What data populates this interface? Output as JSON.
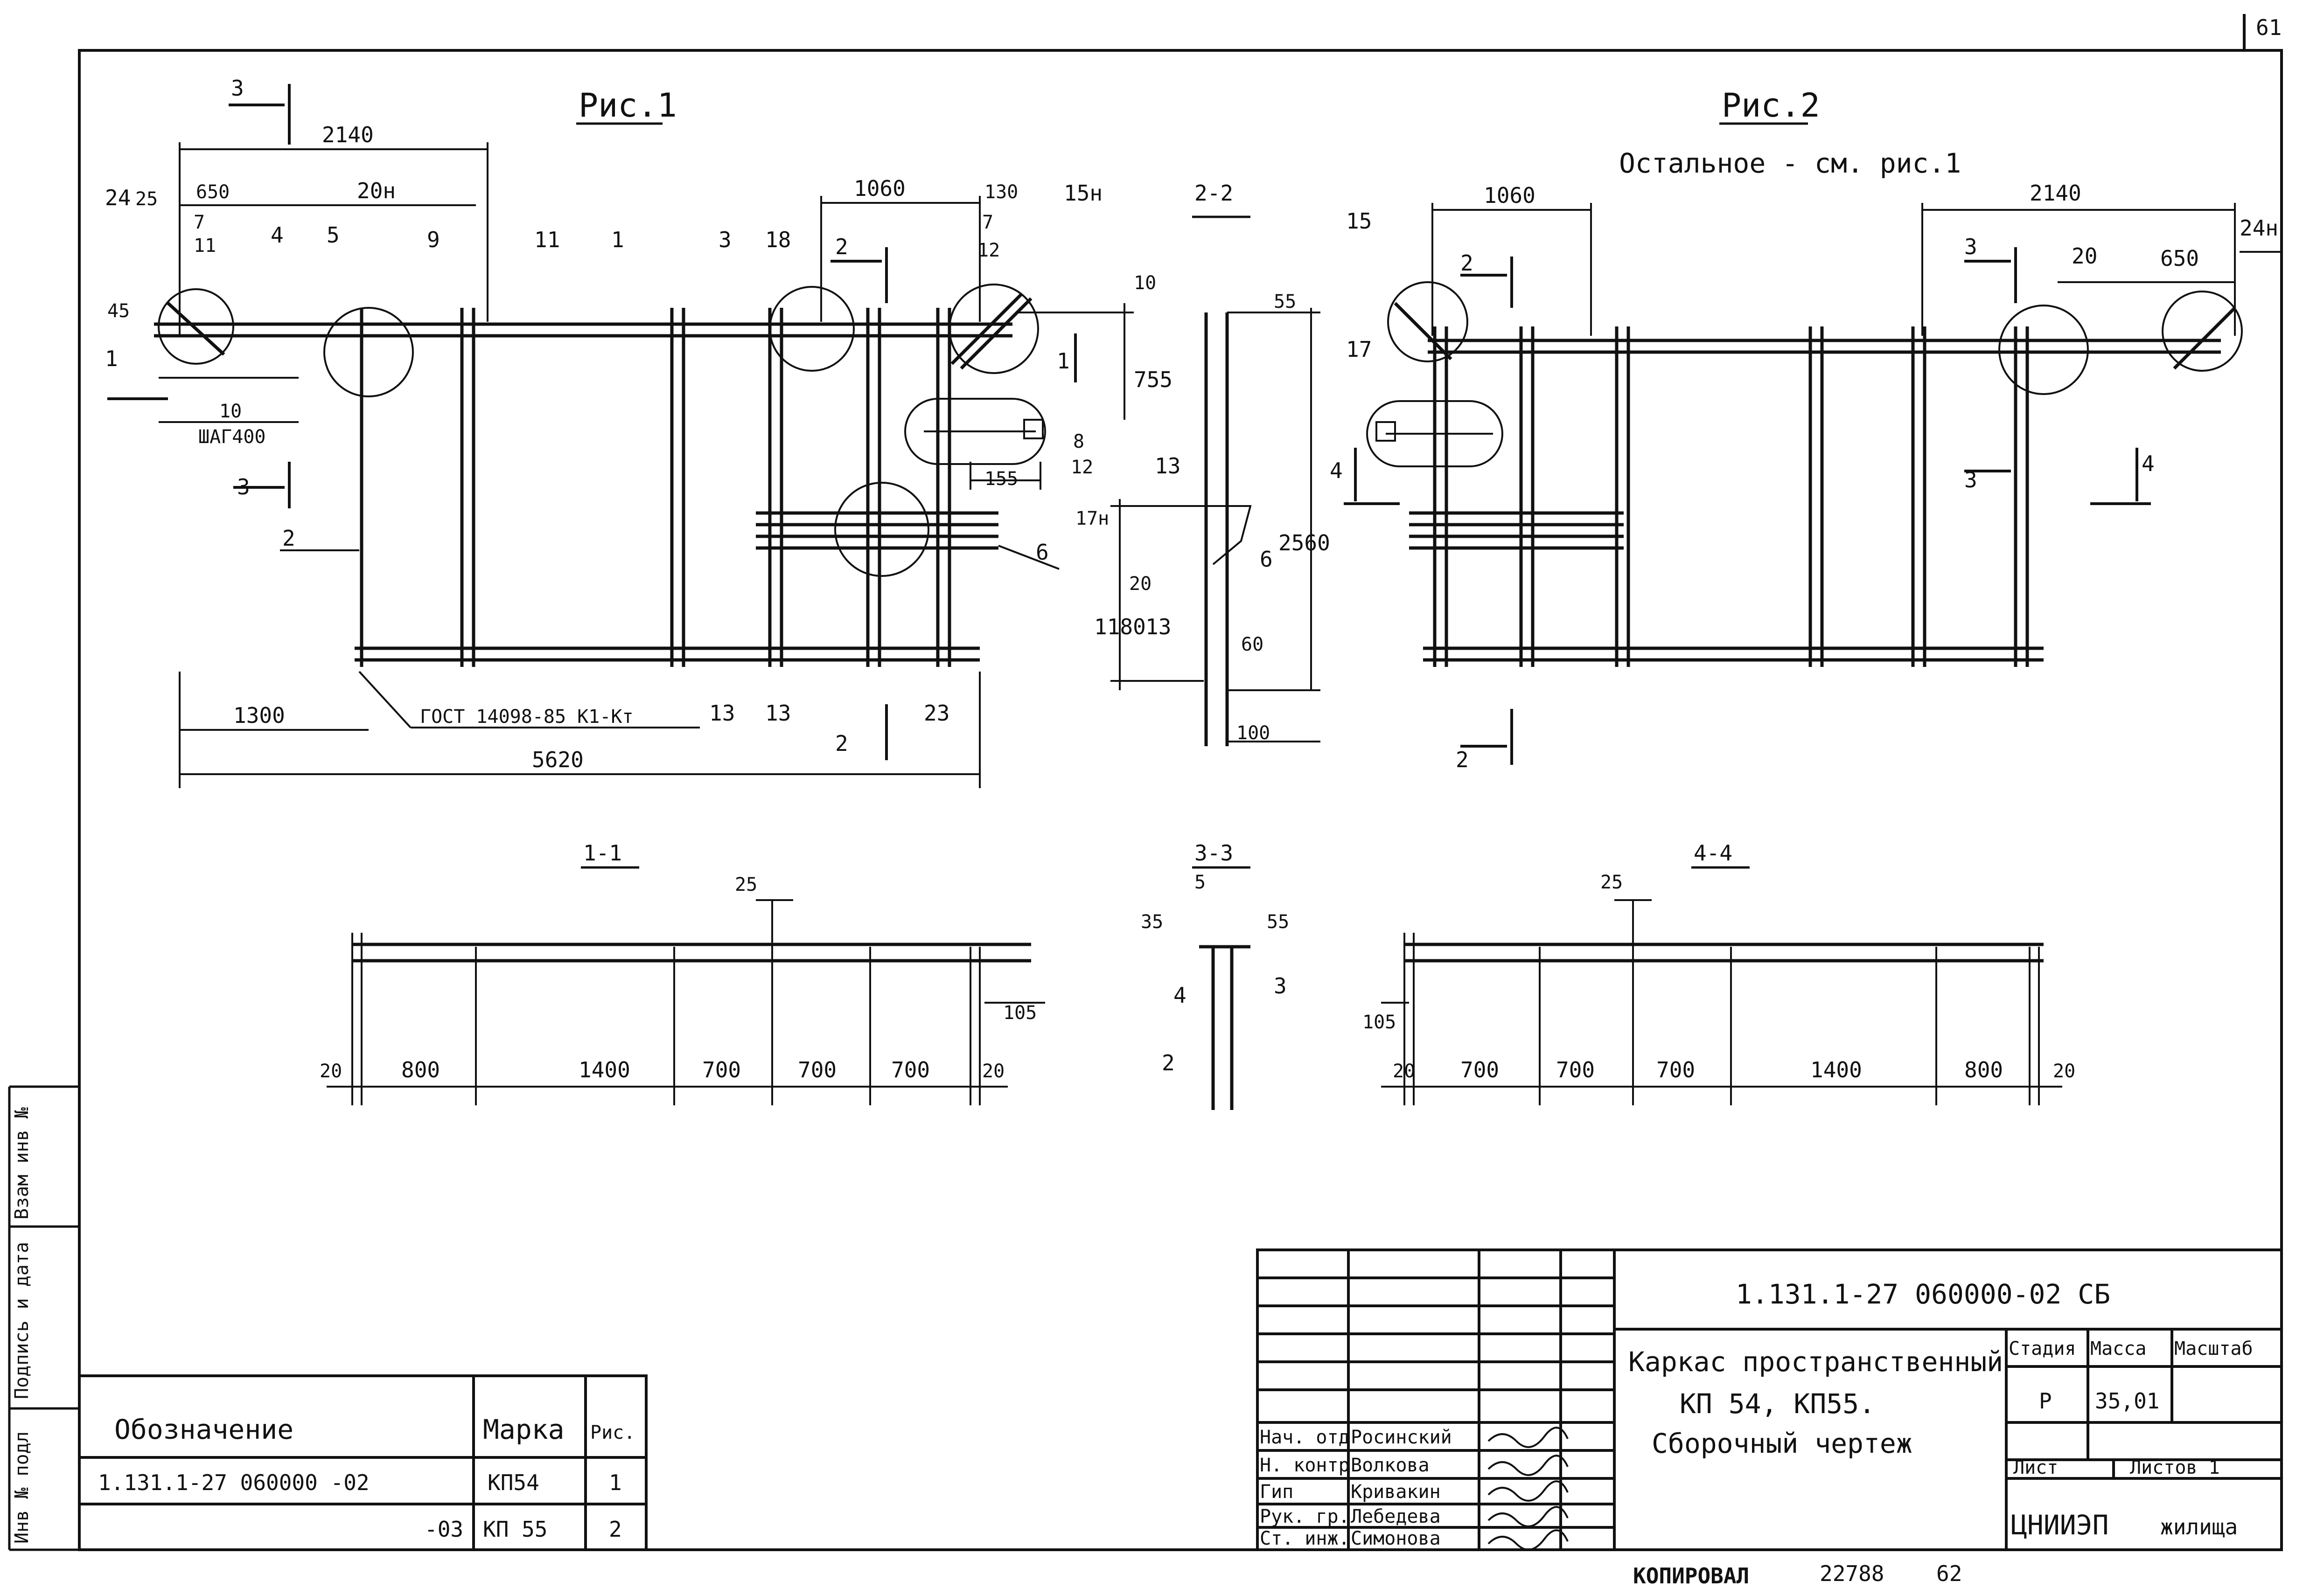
{
  "sheet": {
    "page_number": "61",
    "copied_label": "КОПИРОВАЛ",
    "copy_id": "22788",
    "copy_format": "62"
  },
  "fig1": {
    "title": "Рис.1",
    "dims": {
      "d2140": "2140",
      "d650": "650",
      "d25": "25",
      "d1060": "1060",
      "d130": "130",
      "d45": "45",
      "d10": "10",
      "d755": "755",
      "d155": "155",
      "d1300": "1300",
      "d5620": "5620",
      "step": "ШАГ400"
    },
    "marks": {
      "m24": "24",
      "m7a": "7",
      "m11a": "11",
      "m4": "4",
      "m5": "5",
      "m20n": "20н",
      "m9": "9",
      "m11": "11",
      "m1": "1",
      "m3": "3",
      "m18": "18",
      "m7b": "7",
      "m12a": "12",
      "m15n": "15н",
      "m8": "8",
      "m12b": "12",
      "m17n": "17н",
      "m6": "6",
      "m2": "2",
      "m13a": "13",
      "m13b": "13",
      "m23": "23",
      "m10": "10"
    },
    "gost": "ГОСТ 14098-85 К1-Кт",
    "sec3": "3",
    "sec1": "1",
    "sec2": "2"
  },
  "fig2": {
    "title": "Рис.2",
    "note": "Остальное - см. рис.1",
    "dims": {
      "d1060": "1060",
      "d2140": "2140",
      "d650": "650"
    },
    "marks": {
      "m15": "15",
      "m17": "17",
      "m20": "20",
      "m24n": "24н"
    },
    "sec2": "2",
    "sec3": "3",
    "sec4": "4"
  },
  "section22": {
    "title": "2-2",
    "dims": {
      "d55": "55",
      "d2560": "2560",
      "d1180": "1180",
      "d20": "20",
      "d60": "60",
      "d100": "100"
    },
    "marks": {
      "m13a": "13",
      "m13b": "13",
      "m6": "6"
    }
  },
  "section11": {
    "title": "1-1",
    "dims": {
      "d25": "25",
      "d105": "105"
    },
    "spacing": [
      "20",
      "800",
      "1400",
      "700",
      "700",
      "700",
      "20"
    ]
  },
  "section33": {
    "title": "3-3",
    "dims": {
      "d35": "35",
      "d55": "55"
    },
    "marks": {
      "m5": "5",
      "m4": "4",
      "m3": "3",
      "m2": "2"
    }
  },
  "section44": {
    "title": "4-4",
    "dims": {
      "d25": "25",
      "d105": "105"
    },
    "spacing": [
      "20",
      "700",
      "700",
      "700",
      "1400",
      "800",
      "20"
    ]
  },
  "spec_table": {
    "headers": [
      "Обозначение",
      "Марка",
      "Рис."
    ],
    "rows": [
      [
        "1.131.1-27 060000 -02",
        "КП54",
        "1"
      ],
      [
        "-03",
        "КП 55",
        "2"
      ]
    ]
  },
  "side_stamp": {
    "inv_podl": "Инв № подл",
    "podpis": "Подпись и дата",
    "vzam": "Взам инв №"
  },
  "title_block": {
    "doc_code": "1.131.1-27 060000-02 СБ",
    "name_line1": "Каркас пространственный",
    "name_line2": "КП 54, КП55.",
    "name_line3": "Сборочный чертеж",
    "stage_label": "Стадия",
    "mass_label": "Масса",
    "scale_label": "Масштаб",
    "stage": "Р",
    "mass": "35,01",
    "sheet_label": "Лист",
    "sheets_label": "Листов 1",
    "org": "ЦНИИЭП",
    "org_sub": "жилища",
    "people": [
      {
        "role": "Нач. отд",
        "name": "Росинский"
      },
      {
        "role": "Н. контр",
        "name": "Волкова"
      },
      {
        "role": "Гип",
        "name": "Кривакин"
      },
      {
        "role": "Рук. гр.",
        "name": "Лебедева"
      },
      {
        "role": "Ст. инж.",
        "name": "Симонова"
      }
    ]
  }
}
